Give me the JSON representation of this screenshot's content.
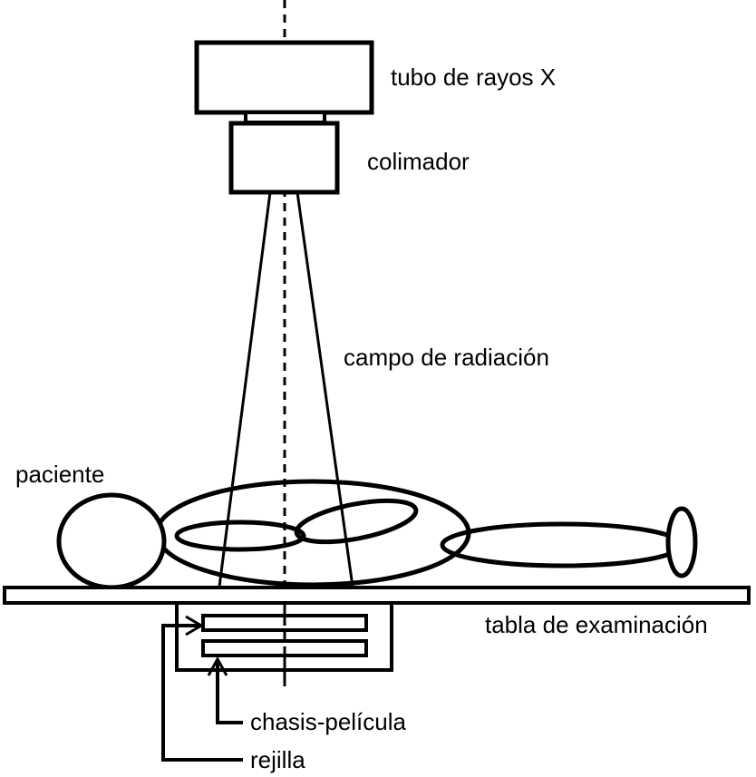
{
  "labels": {
    "xray_tube": "tubo de rayos X",
    "collimator": "colimador",
    "radiation_field": "campo de radiación",
    "patient": "paciente",
    "exam_table": "tabla de examinación",
    "film_cassette": "chasis-película",
    "grid": "rejilla"
  },
  "colors": {
    "stroke": "#000000",
    "background": "#ffffff"
  }
}
